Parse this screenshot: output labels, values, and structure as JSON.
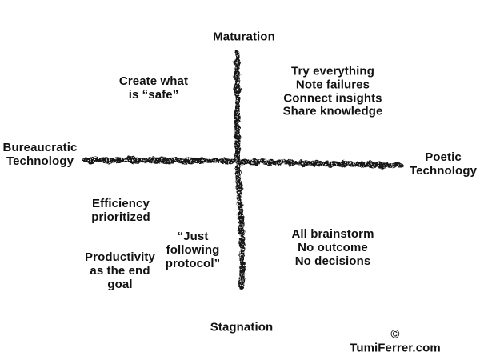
{
  "diagram": {
    "title_hint": "Bureaucratic vs Poetic Technology quadrant diagram",
    "axes": {
      "top": "Maturation",
      "bottom": "Stagnation",
      "left": "Bureaucratic\nTechnology",
      "right": "Poetic\nTechnology"
    },
    "quadrants": {
      "top_left": "Create what\nis “safe”",
      "top_right": "Try everything\nNote failures\nConnect insights\nShare knowledge",
      "bottom_left_upper": "Efficiency\nprioritized",
      "bottom_left_lower": "Productivity\nas the end\ngoal",
      "bottom_center": "“Just\nfollowing\nprotocol”",
      "bottom_right": "All brainstorm\nNo outcome\nNo decisions"
    },
    "credit": "© TumiFerrer.com",
    "colors": {
      "ink": "#111111",
      "axis_stroke": "#151515",
      "background": "#ffffff"
    }
  }
}
